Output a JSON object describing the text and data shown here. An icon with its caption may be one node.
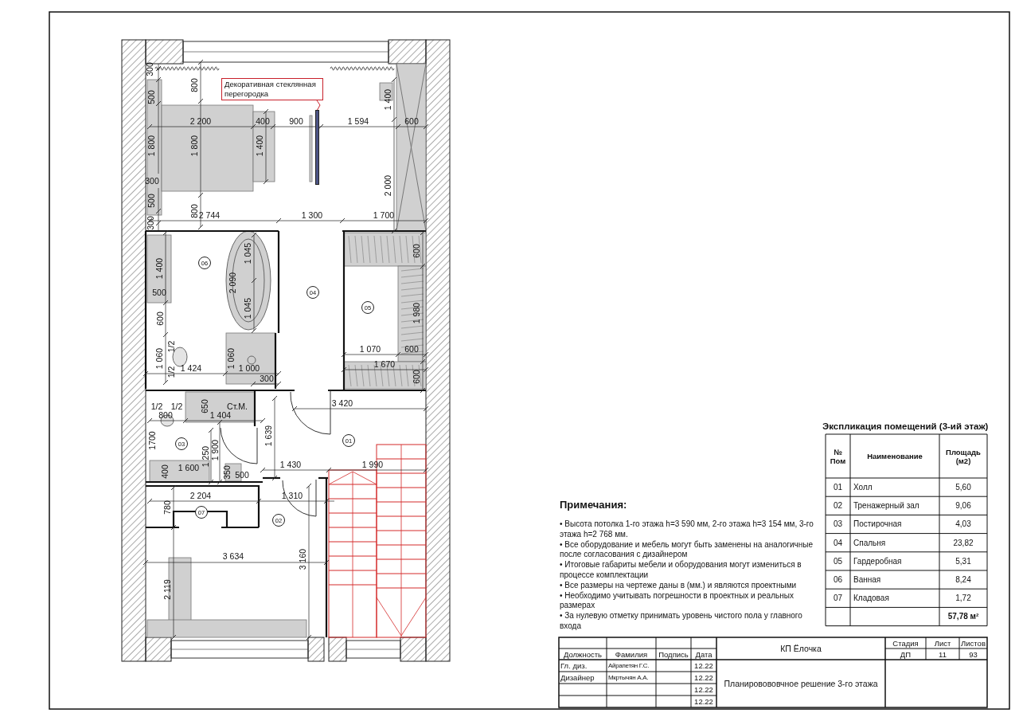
{
  "diagram": {
    "nodes": [
      {
        "text": [
          "Декоративная стеклянная перегородка"
        ]
      },
      {
        "text": [],
        "shape": "bar"
      },
      {
        "text": [
          "06"
        ]
      },
      {
        "text": [
          "04"
        ]
      },
      {
        "text": [
          "05"
        ]
      },
      {
        "text": [
          "01"
        ]
      },
      {
        "text": [
          "03"
        ]
      },
      {
        "text": [
          "07"
        ]
      },
      {
        "text": [
          "02"
        ]
      }
    ],
    "edges": [
      {
        "from": 0,
        "to": 1,
        "arrow": "none"
      }
    ],
    "labels": [
      "300",
      "800",
      "500",
      "1 400",
      "2 200",
      "400",
      "900",
      "1 594",
      "600",
      "1 800",
      "1 800",
      "1 400",
      "300",
      "2 000",
      "500",
      "800",
      "2 744",
      "1 300",
      "1 700",
      "300",
      "1 045",
      "600",
      "1 400",
      "2 090",
      "500",
      "1 045",
      "1 980",
      "600",
      "1/2",
      "1 070",
      "600",
      "1 060",
      "1 060",
      "1 670",
      "1 424",
      "1 000",
      "1/2",
      "600",
      "300",
      "3 420",
      "1/2",
      "1/2",
      "650",
      "Ст.М.",
      "800",
      "1 404",
      "1700",
      "1 900",
      "1 639",
      "1 250",
      "1 430",
      "1 990",
      "1 600",
      "400",
      "350",
      "500",
      "2 204",
      "1 310",
      "780",
      "3 634",
      "3 160",
      "2 119",
      "Примечания:",
      "• Высота потолка 1-го этажа h=3 590 мм, 2-го этажа h=3 154 мм, 3-го этажа h=2 768 мм.",
      "• Все оборудование и мебель могут быть заменены на аналогичные после согласования с дизайнером",
      "• Итоговые габариты мебели и оборудования могут измениться в процессе комплектации",
      "• Все размеры на чертеже даны в (мм.) и являются проектными",
      "• Необходимо учитывать погрешности в проектных и реальных размерах",
      "• За нулевую отметку принимать уровень чистого пола у главного входа",
      "Экспликация помещений (3-ий этаж)",
      "№ Пом",
      "Наименование",
      "Площадь (м2)",
      "01",
      "Холл",
      "5,60",
      "02",
      "Тренажерный зал",
      "9,06",
      "03",
      "Постирочная",
      "4,03",
      "04",
      "Спальня",
      "23,82",
      "05",
      "Гардеробная",
      "5,31",
      "06",
      "Ванная",
      "8,24",
      "07",
      "Кладовая",
      "1,72",
      "57,78 м²",
      "Должность",
      "Фамилия",
      "Подпись",
      "Дата",
      "КП Ёлочка",
      "Стадия",
      "Лист",
      "Листов",
      "ДП",
      "11",
      "93",
      "Гл. диз.",
      "Айрапетян Г.С.",
      "12.22",
      "Дизайнер",
      "Мкртычян А.А.",
      "12.22",
      "Планировововчное решение 3-го этажа",
      "12.22",
      "12.22"
    ]
  }
}
